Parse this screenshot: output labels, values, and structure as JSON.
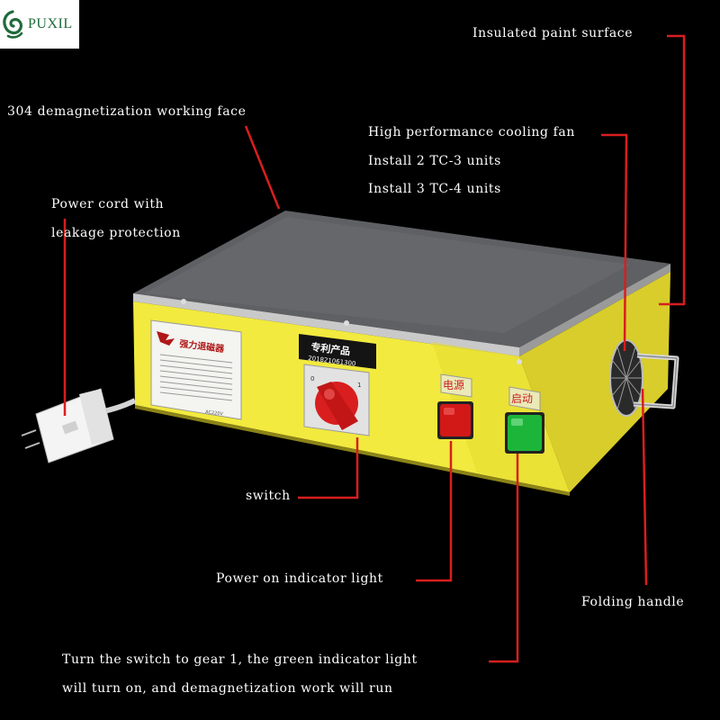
{
  "brand": {
    "logo_text": "PUXIL",
    "colors": {
      "logo_green": "#1f6a3a",
      "leader_red": "#d81e1e"
    }
  },
  "product": {
    "body_color": "#f2ea3e",
    "top_plate_color": "#5c5c60",
    "nameplate_title": "强力退磁器",
    "patent_badge_title": "专利产品",
    "patent_badge_number": "201821061300",
    "nameplate_footer": "AC220V",
    "power_button_label": "电源",
    "power_button_color": "#d31818",
    "start_button_label": "启动",
    "start_button_color": "#1cb53a",
    "rotary_switch_color": "#d81e1e",
    "rotary_switch_positions": [
      "0",
      "1"
    ]
  },
  "callouts": {
    "insulated_paint": "Insulated paint surface",
    "working_face": "304 demagnetization working face",
    "cooling_fan": "High performance cooling fan",
    "install_tc3": "Install 2 TC-3 units",
    "install_tc4": "Install 3 TC-4 units",
    "power_cord_line1": "Power cord with",
    "power_cord_line2": "leakage protection",
    "switch": "switch",
    "power_indicator": "Power on indicator light",
    "folding_handle": "Folding handle",
    "instruction_line1": "Turn the switch to gear 1, the green indicator light",
    "instruction_line2": "will turn on, and demagnetization work will run"
  }
}
